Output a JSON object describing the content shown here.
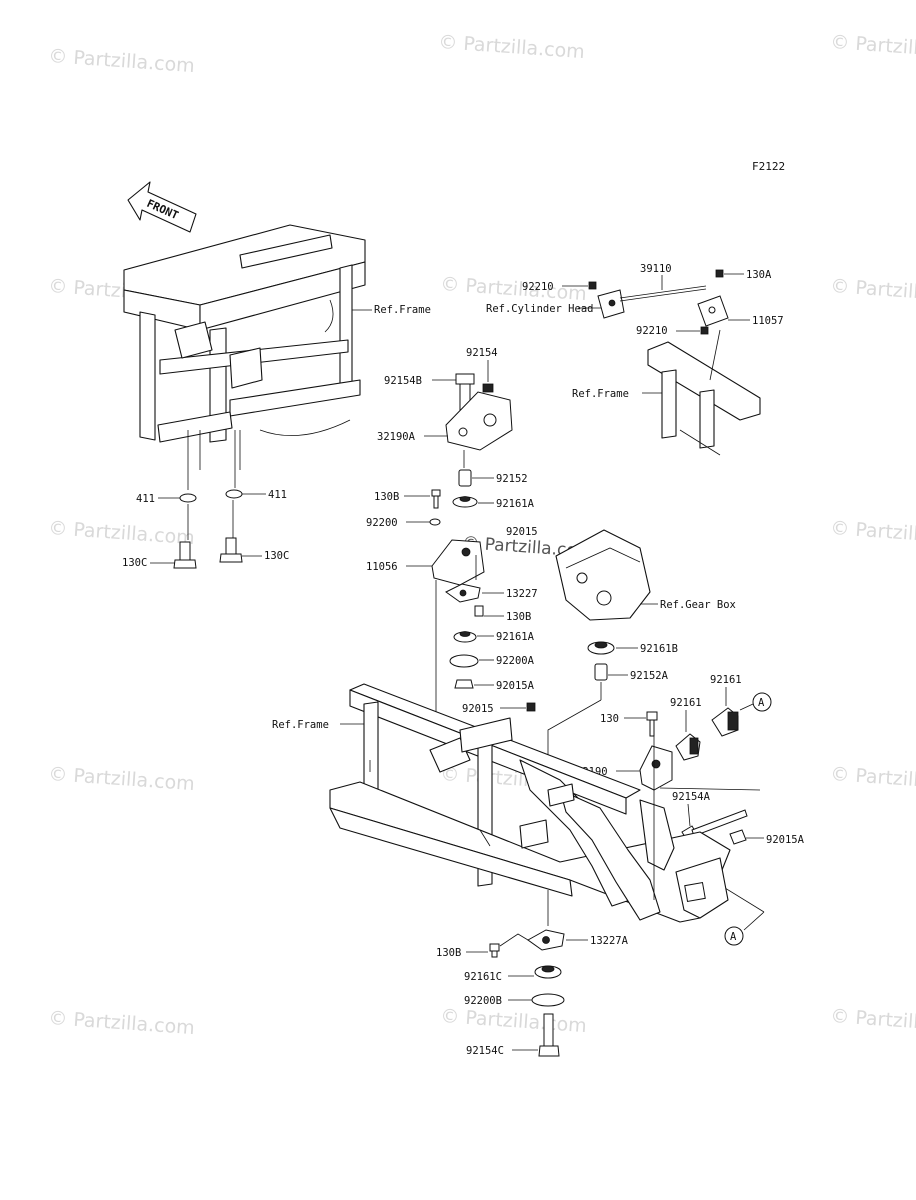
{
  "diagram_code": "F2122",
  "front_label": "FRONT",
  "watermark": "© Partzilla.com",
  "ref_labels": {
    "frame_top_left": "Ref.Frame",
    "cylinder_head": "Ref.Cylinder Head",
    "frame_top_right": "Ref.Frame",
    "gear_box": "Ref.Gear Box",
    "frame_bottom": "Ref.Frame"
  },
  "callout_letter": "A",
  "parts": {
    "p411_left": "411",
    "p411_right": "411",
    "p130c_left": "130C",
    "p130c_right": "130C",
    "p92154": "92154",
    "p92154b": "92154B",
    "p32190a": "32190A",
    "p92152": "92152",
    "p92161a_top": "92161A",
    "p130b_top": "130B",
    "p92200": "92200",
    "p92015": "92015",
    "p11056": "11056",
    "p13227": "13227",
    "p130b_mid": "130B",
    "p92161a_mid": "92161A",
    "p92200a": "92200A",
    "p92015a_mid": "92015A",
    "p92015_low": "92015",
    "p92210_top": "92210",
    "p39110": "39110",
    "p130a": "130A",
    "p11057": "11057",
    "p92210_low": "92210",
    "p92161b": "92161B",
    "p92152a": "92152A",
    "p92161_right": "92161",
    "p92161_mid": "92161",
    "p130": "130",
    "p32190": "32190",
    "p92154a": "92154A",
    "p92015a_right": "92015A",
    "p13227a": "13227A",
    "p130b_low": "130B",
    "p92161c": "92161C",
    "p92200b": "92200B",
    "p92154c": "92154C"
  }
}
